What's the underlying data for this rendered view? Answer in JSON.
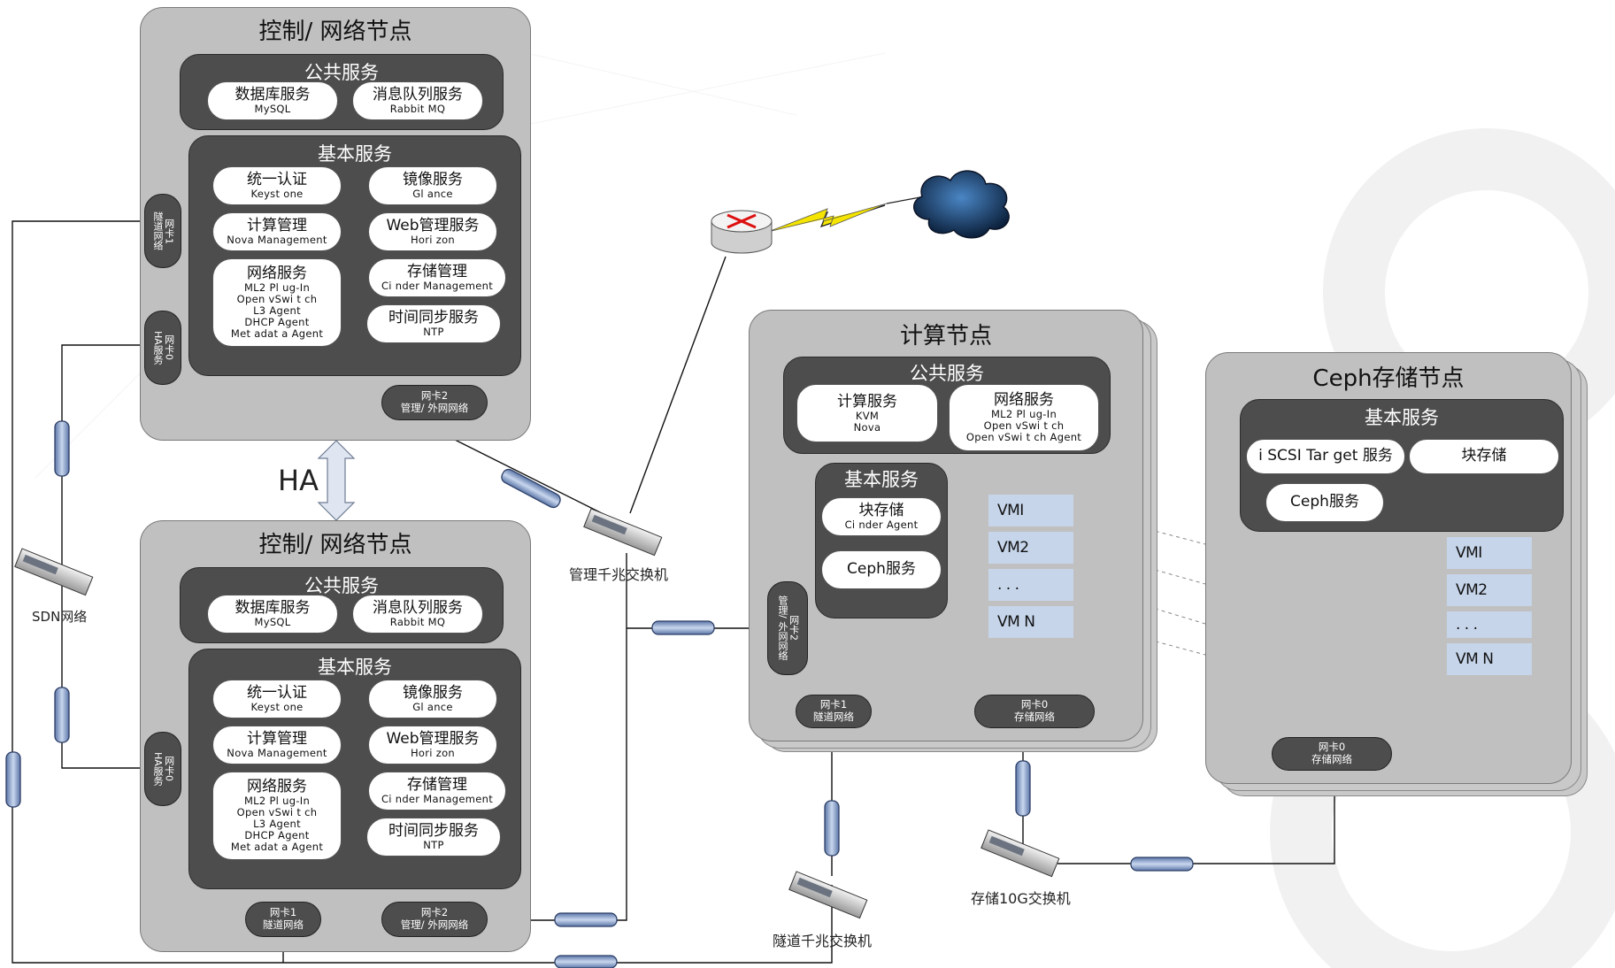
{
  "control_nodes": [
    {
      "title": "控制/ 网络节点",
      "public_services": {
        "title": "公共服务",
        "items": [
          {
            "name": "数据库服务",
            "sub": "MySQL"
          },
          {
            "name": "消息队列服务",
            "sub": "Rabbit MQ"
          }
        ]
      },
      "basic_services": {
        "title": "基本服务",
        "left": [
          {
            "name": "统一认证",
            "sub": "Keyst one"
          },
          {
            "name": "计算管理",
            "sub": "Nova Management"
          },
          {
            "name": "网络服务",
            "sub": "ML2 Pl ug-In\nOpen vSwi t ch\nL3 Agent\nDHCP Agent\nMet adat a Agent"
          }
        ],
        "right": [
          {
            "name": "镜像服务",
            "sub": "Gl ance"
          },
          {
            "name": "Web管理服务",
            "sub": "Hori zon"
          },
          {
            "name": "存储管理",
            "sub": "Ci nder Management"
          },
          {
            "name": "时间同步服务",
            "sub": "NTP"
          }
        ]
      },
      "nic_tunnel": "网卡1\n隧道网络",
      "nic_ha": "网卡0\nHA服务",
      "nic_mgmt": "网卡2\n管理/ 外网网络"
    },
    {
      "title": "控制/ 网络节点",
      "public_services": {
        "title": "公共服务",
        "items": [
          {
            "name": "数据库服务",
            "sub": "MySQL"
          },
          {
            "name": "消息队列服务",
            "sub": "Rabbit MQ"
          }
        ]
      },
      "basic_services": {
        "title": "基本服务",
        "left": [
          {
            "name": "统一认证",
            "sub": "Keyst one"
          },
          {
            "name": "计算管理",
            "sub": "Nova Management"
          },
          {
            "name": "网络服务",
            "sub": "ML2 Pl ug-In\nOpen vSwi t ch\nL3 Agent\nDHCP Agent\nMet adat a Agent"
          }
        ],
        "right": [
          {
            "name": "镜像服务",
            "sub": "Gl ance"
          },
          {
            "name": "Web管理服务",
            "sub": "Hori zon"
          },
          {
            "name": "存储管理",
            "sub": "Ci nder Management"
          },
          {
            "name": "时间同步服务",
            "sub": "NTP"
          }
        ]
      },
      "nic_ha": "网卡0\nHA服务",
      "nic_tunnel": "网卡1\n隧道网络",
      "nic_mgmt": "网卡2\n管理/ 外网网络"
    }
  ],
  "ha_label": "HA",
  "compute_node": {
    "title": "计算节点",
    "public_services": {
      "title": "公共服务",
      "items": [
        {
          "name": "计算服务",
          "sub": "KVM\nNova"
        },
        {
          "name": "网络服务",
          "sub": "ML2 Pl ug-In\nOpen vSwi t ch\nOpen vSwi t ch Agent"
        }
      ]
    },
    "basic_services": {
      "title": "基本服务",
      "items": [
        {
          "name": "块存储",
          "sub": "Ci nder Agent"
        },
        {
          "name": "Ceph服务",
          "sub": ""
        }
      ]
    },
    "vms": [
      "VMI",
      "VM2",
      ". . .",
      "VM N"
    ],
    "nic_mgmt": "网卡2\n管理/ 外网网络",
    "nic_tunnel": "网卡1\n隧道网络",
    "nic_storage": "网卡0\n存储网络"
  },
  "ceph_node": {
    "title": "Ceph存储节点",
    "basic_services": {
      "title": "基本服务",
      "items": [
        "i SCSI Tar get 服务",
        "块存储",
        "Ceph服务"
      ]
    },
    "vms": [
      "VMI",
      "VM2",
      ". . .",
      "VM N"
    ],
    "nic_storage": "网卡0\n存储网络"
  },
  "switches": {
    "sdn": "SDN网络",
    "mgmt": "管理千兆交换机",
    "tunnel": "隧道千兆交换机",
    "storage": "存储10G交换机"
  },
  "colors": {
    "node_fill": "#c0c0c0",
    "dark_fill": "#4d4d4d",
    "vm_fill": "#c6d5ea",
    "cable": "#8fa6c8"
  }
}
